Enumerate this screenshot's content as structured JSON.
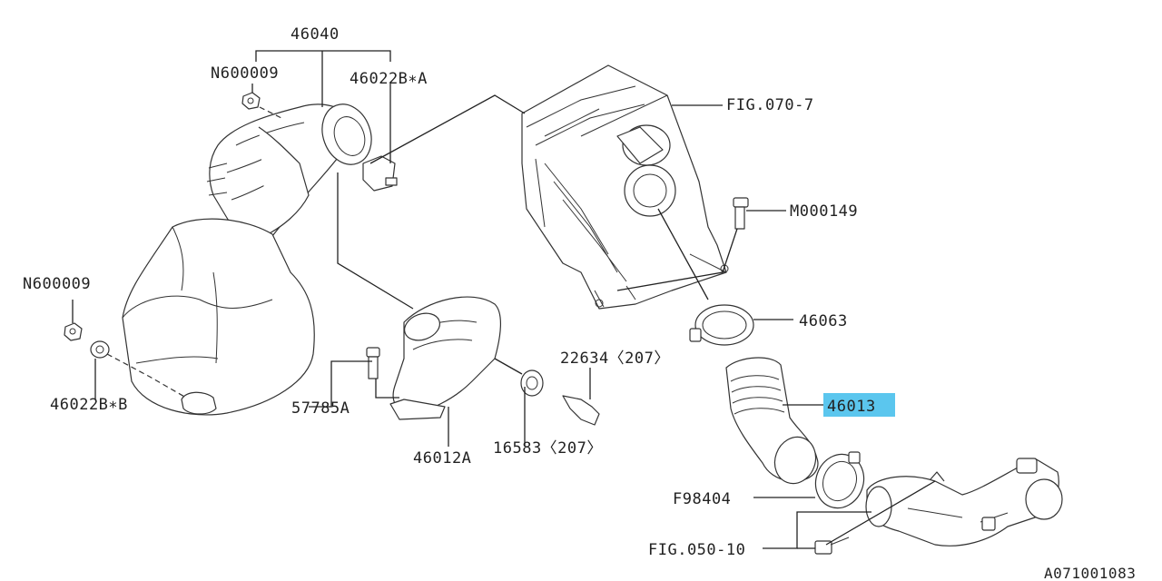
{
  "labels": {
    "p46040": "46040",
    "n600009_top": "N600009",
    "p46022ba": "46022B∗A",
    "fig070": "FIG.070-7",
    "m000149": "M000149",
    "n600009_left": "N600009",
    "p46063": "46063",
    "p22634": "22634〈207〉",
    "p46013": "46013",
    "p46022bb": "46022B∗B",
    "p57785a": "57785A",
    "p16583": "16583〈207〉",
    "p46012a": "46012A",
    "f98404": "F98404",
    "fig050": "FIG.050-10",
    "drawing_code": "A071001083"
  },
  "highlight": {
    "part": "46013",
    "color": "#5bc6ee"
  }
}
